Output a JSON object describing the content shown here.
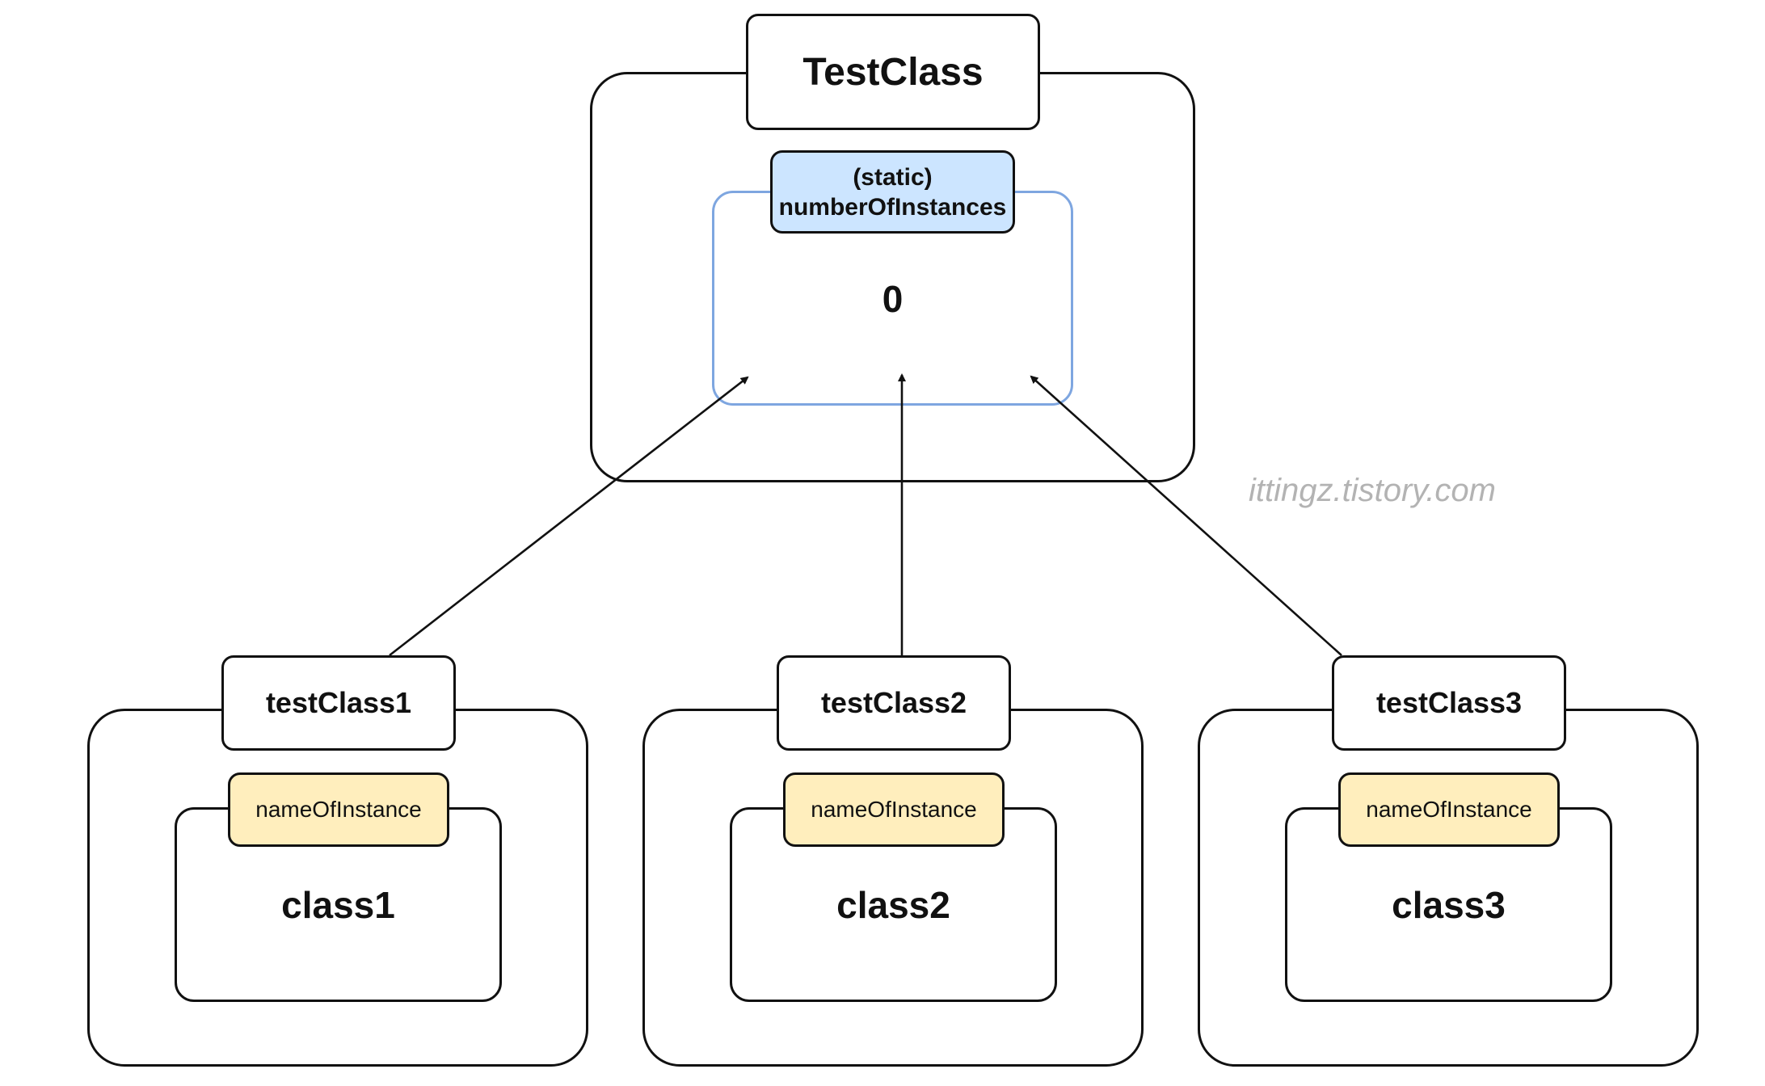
{
  "class_node": {
    "name": "TestClass",
    "static_member": {
      "label_line1": "(static)",
      "label_line2": "numberOfInstances",
      "value": "0",
      "label_fill": "#cce5ff",
      "border_color": "#7ea6e0"
    }
  },
  "instances": [
    {
      "name": "testClass1",
      "member_label": "nameOfInstance",
      "member_value": "class1"
    },
    {
      "name": "testClass2",
      "member_label": "nameOfInstance",
      "member_value": "class2"
    },
    {
      "name": "testClass3",
      "member_label": "nameOfInstance",
      "member_value": "class3"
    }
  ],
  "instance_member_fill": "#ffeebd",
  "watermark": "ittingz.tistory.com"
}
